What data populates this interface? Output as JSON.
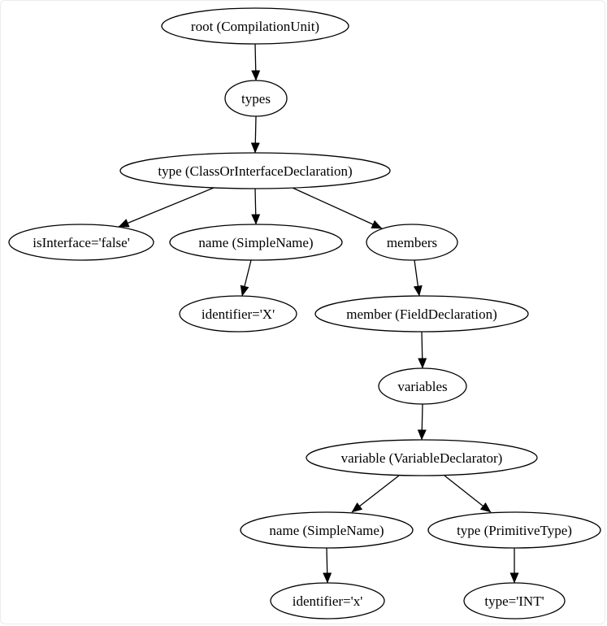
{
  "diagram": {
    "type": "tree",
    "description": "Abstract syntax tree of a Java compilation unit rendered as a directed graph",
    "colors": {
      "background": "#ffffff",
      "node_fill": "#ffffff",
      "node_stroke": "#000000",
      "edge": "#000000",
      "text": "#000000"
    },
    "nodes": [
      {
        "id": "root",
        "label": "root (CompilationUnit)"
      },
      {
        "id": "types",
        "label": "types"
      },
      {
        "id": "type",
        "label": "type (ClassOrInterfaceDeclaration)"
      },
      {
        "id": "isInterface",
        "label": "isInterface='false'"
      },
      {
        "id": "name1",
        "label": "name (SimpleName)"
      },
      {
        "id": "members",
        "label": "members"
      },
      {
        "id": "identifierX",
        "label": "identifier='X'"
      },
      {
        "id": "member",
        "label": "member (FieldDeclaration)"
      },
      {
        "id": "variables",
        "label": "variables"
      },
      {
        "id": "variable",
        "label": "variable (VariableDeclarator)"
      },
      {
        "id": "name2",
        "label": "name (SimpleName)"
      },
      {
        "id": "type2",
        "label": "type (PrimitiveType)"
      },
      {
        "id": "identifierx",
        "label": "identifier='x'"
      },
      {
        "id": "typeINT",
        "label": "type='INT'"
      }
    ],
    "edges": [
      {
        "from": "root",
        "to": "types"
      },
      {
        "from": "types",
        "to": "type"
      },
      {
        "from": "type",
        "to": "isInterface"
      },
      {
        "from": "type",
        "to": "name1"
      },
      {
        "from": "type",
        "to": "members"
      },
      {
        "from": "name1",
        "to": "identifierX"
      },
      {
        "from": "members",
        "to": "member"
      },
      {
        "from": "member",
        "to": "variables"
      },
      {
        "from": "variables",
        "to": "variable"
      },
      {
        "from": "variable",
        "to": "name2"
      },
      {
        "from": "variable",
        "to": "type2"
      },
      {
        "from": "name2",
        "to": "identifierx"
      },
      {
        "from": "type2",
        "to": "typeINT"
      }
    ]
  }
}
